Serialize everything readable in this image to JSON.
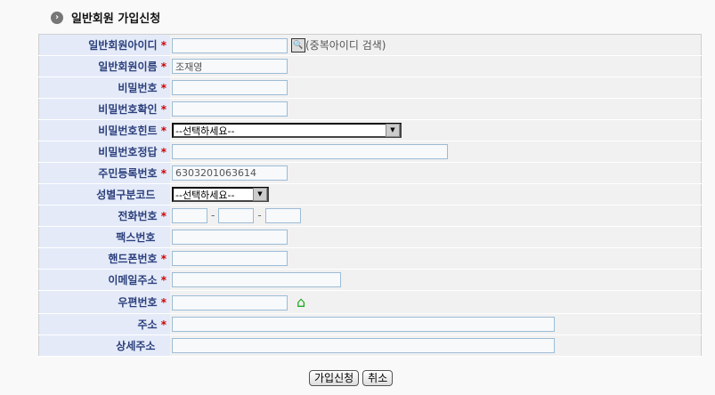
{
  "title": "일반회원 가입신청",
  "required_mark": "*",
  "fields": {
    "id": {
      "label": "일반회원아이디",
      "value": "",
      "search_label": "(중복아이디 검색)"
    },
    "name": {
      "label": "일반회원이름",
      "value": "조재영"
    },
    "pw": {
      "label": "비밀번호",
      "value": ""
    },
    "pw2": {
      "label": "비밀번호확인",
      "value": ""
    },
    "hint": {
      "label": "비밀번호힌트",
      "selected": "--선택하세요--"
    },
    "answer": {
      "label": "비밀번호정답",
      "value": ""
    },
    "rrn": {
      "label": "주민등록번호",
      "value": "6303201063614"
    },
    "gender": {
      "label": "성별구분코드",
      "selected": "--선택하세요--"
    },
    "phone": {
      "label": "전화번호",
      "sep": "-"
    },
    "fax": {
      "label": "팩스번호",
      "value": ""
    },
    "mobile": {
      "label": "핸드폰번호",
      "value": ""
    },
    "email": {
      "label": "이메일주소",
      "value": ""
    },
    "zip": {
      "label": "우편번호",
      "value": ""
    },
    "addr": {
      "label": "주소",
      "value": ""
    },
    "addr2": {
      "label": "상세주소",
      "value": ""
    }
  },
  "buttons": {
    "submit": "가입신청",
    "cancel": "취소"
  }
}
